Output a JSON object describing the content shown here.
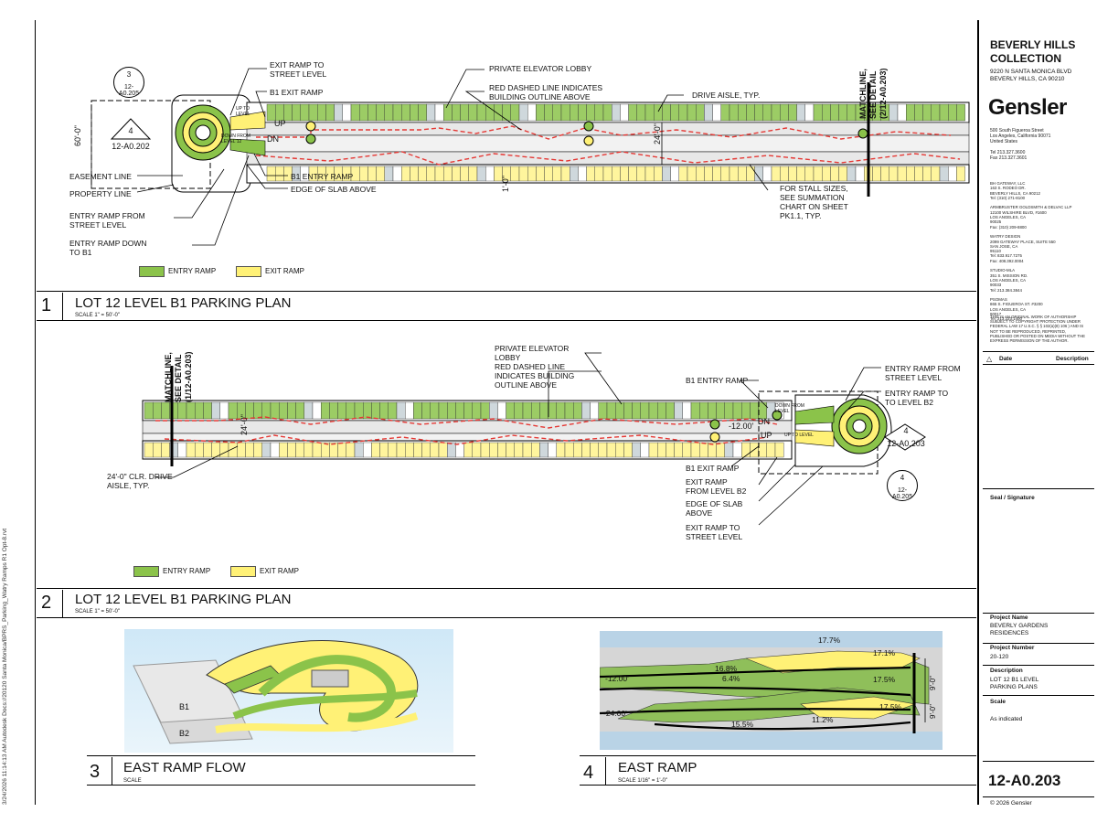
{
  "project": {
    "name_line1": "BEVERLY HILLS",
    "name_line2": "COLLECTION",
    "address1": "9220 N SANTA MONICA BLVD",
    "address2": "BEVERLY HILLS, CA 90210",
    "firm": "Gensler",
    "firm_address": "500 South Figueroa Street\nLos Angeles, California 90071\nUnited States\n\nTel 213.327.3600\nFax 213.327.3601",
    "consultants": "BH GATEWAY, LLC\n163 S. RODEO DR.\nBEVERLY HILLS, CA 90212\nTel: (310) 271-8100\n\nARMBRUSTER GOLDSMITH & DELVAC LLP\n12100 WILSHIRE BLVD, #1600\nLOS ANGELES, CA\n90025\nFax: (310) 209-8800\n\nWATRY DESIGN\n2099 GATEWAY PLACE, SUITE 550\nSAN JOSE, CA\n95110\nTel: 833.917.7275\nFax: 408.392.0004\n\nSTUDIO-MLA\n351 S. MISSION RD.\nLOS ANGELES, CA\n90033\nTel: 213.384.3844\n\nPSOMAS\n865 S. FIGUEROA ST. #3200\nLOS ANGELES, CA\n90017\nTel: 213.223.1400",
    "copyright_note": "THIS IS AN ORIGINAL WORK OF AUTHORSHIP SUBJECT TO COPYRIGHT PROTECTION UNDER FEDERAL LAW 17 U.S.C. § § 102(a)(8) 106 ) AND IS NOT TO BE REPRODUCED, REPRINTED, PUBLISHED OR POSTED ON MEDIA WITHOUT THE EXPRESS PERMISSION OF THE AUTHOR.",
    "rev_date": "Date",
    "rev_desc": "Description",
    "seal": "Seal / Signature",
    "project_name_label": "Project Name",
    "project_name": "BEVERLY GARDENS\nRESIDENCES",
    "project_number_label": "Project Number",
    "project_number": "20-120",
    "description_label": "Description",
    "description": "LOT 12 B1 LEVEL\nPARKING PLANS",
    "scale_label": "Scale",
    "scale_value": "As indicated",
    "sheet_number": "12-A0.203",
    "copyright": "© 2026 Gensler",
    "side_stamp": "3/24/2026 11:14:13 AM    Autodesk Docs://20120 Santa Monica/BPRS_Parking_Watry Ramps R1 Opt-8.rvt"
  },
  "view1": {
    "number": "1",
    "title": "LOT 12 LEVEL B1 PARKING PLAN",
    "scale": "SCALE    1\" = 50'-0\"",
    "notes": {
      "exit_ramp_street": "EXIT RAMP TO\nSTREET LEVEL",
      "b1_exit_ramp": "B1 EXIT RAMP",
      "private_elev": "PRIVATE ELEVATOR LOBBY",
      "red_dashed": "RED DASHED LINE INDICATES\nBUILDING OUTLINE ABOVE",
      "drive_aisle": "DRIVE AISLE, TYP.",
      "easement": "EASEMENT LINE",
      "property": "PROPERTY LINE",
      "entry_from_street": "ENTRY RAMP FROM\nSTREET LEVEL",
      "entry_down": "ENTRY RAMP DOWN\nTO B1",
      "b1_entry": "B1 ENTRY RAMP",
      "edge_slab": "EDGE OF SLAB ABOVE",
      "stall_sizes": "FOR STALL SIZES,\nSEE SUMMATION\nCHART ON SHEET\nPK1.1, TYP."
    },
    "dims": {
      "width": "60'-0\"",
      "aisle": "24'-0\"",
      "one": "1'-0\""
    },
    "matchline": "MATCHLINE,\nSEE DETAIL\n(2/12-A0.203)",
    "callout_top": {
      "num": "3",
      "ref": "12-A0.205"
    },
    "callout_elev": {
      "num": "4",
      "ref": "12-A0.202"
    },
    "ramp_labels": {
      "up": "UP",
      "dn": "DN",
      "up_to_level": "UP TO\nLEVEL",
      "down_from": "DOWN FROM\nLEVEL 12"
    },
    "legend": {
      "entry": "ENTRY RAMP",
      "exit": "EXIT RAMP"
    }
  },
  "view2": {
    "number": "2",
    "title": "LOT 12 LEVEL B1 PARKING PLAN",
    "scale": "SCALE    1\" = 50'-0\"",
    "notes": {
      "private_elev": "PRIVATE ELEVATOR\nLOBBY",
      "red_dashed": "RED DASHED LINE\nINDICATES BUILDING\nOUTLINE ABOVE",
      "b1_entry": "B1 ENTRY RAMP",
      "entry_from_street": "ENTRY RAMP FROM\nSTREET LEVEL",
      "entry_to_b2": "ENTRY RAMP TO\nTO LEVEL B2",
      "b1_exit": "B1 EXIT RAMP",
      "exit_from_b2": "EXIT RAMP\nFROM LEVEL B2",
      "edge_slab": "EDGE OF SLAB\nABOVE",
      "exit_to_street": "EXIT RAMP TO\nSTREET LEVEL",
      "clr_drive": "24'-0\" CLR. DRIVE\nAISLE, TYP."
    },
    "dims": {
      "aisle": "24'-0\"",
      "elev": "-12.00'"
    },
    "matchline": "MATCHLINE,\nSEE DETAIL\n(1/12-A0.203)",
    "callout_right": {
      "num": "4",
      "ref": "12-A0.203"
    },
    "callout_bottom": {
      "num": "4",
      "ref": "12-A0.205"
    },
    "ramp_labels": {
      "up": "UP",
      "dn": "DN",
      "up_to_level": "UP TO LEVEL",
      "down_from": "DOWN FROM\nLEVEL"
    },
    "legend": {
      "entry": "ENTRY RAMP",
      "exit": "EXIT RAMP"
    }
  },
  "view3": {
    "number": "3",
    "title": "EAST RAMP FLOW",
    "scale": "SCALE",
    "levels": {
      "b1": "B1",
      "b2": "B2"
    }
  },
  "view4": {
    "number": "4",
    "title": "EAST RAMP",
    "scale": "SCALE    1/16\" = 1'-0\"",
    "slopes": [
      "17.7%",
      "17.1%",
      "16.8%",
      "6.4%",
      "17.5%",
      "17.5%",
      "15.5%",
      "11.2%"
    ],
    "elevs": [
      "-12.00'",
      "-24.00'"
    ],
    "dims": [
      "9'-0\"",
      "9'-0\""
    ]
  },
  "colors": {
    "entry": "#8bc34a",
    "exit": "#fff176",
    "red": "#e53935",
    "aisle": "#d9d9d9"
  }
}
